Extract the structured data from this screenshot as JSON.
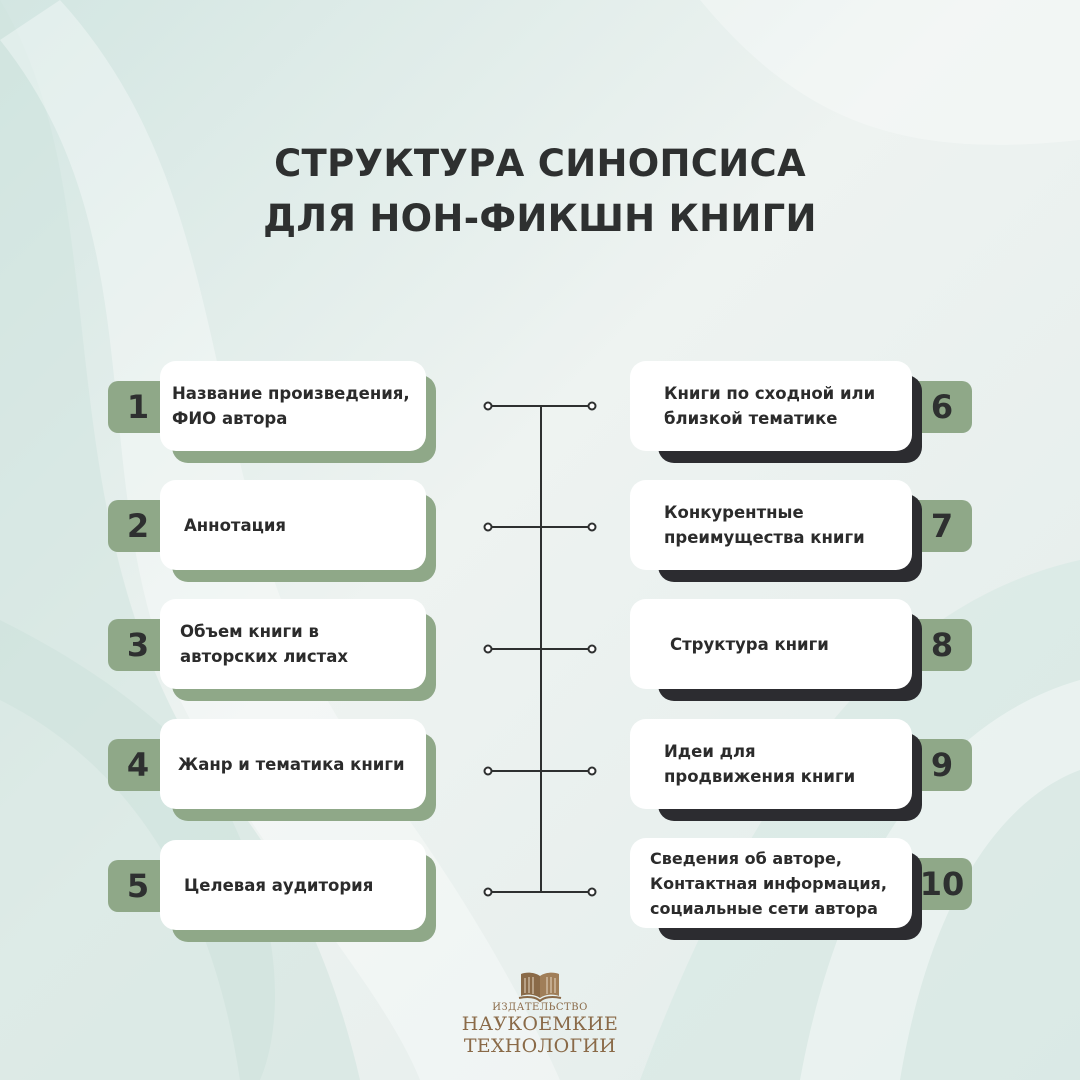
{
  "title": {
    "line1": "СТРУКТУРА СИНОПСИСА",
    "line2": "ДЛЯ НОН-ФИКШН КНИГИ"
  },
  "items": [
    {
      "number": "1",
      "text": "Название произведения,\n ФИО автора"
    },
    {
      "number": "2",
      "text": "Аннотация"
    },
    {
      "number": "3",
      "text": "Объем книги в\nавторских листах"
    },
    {
      "number": "4",
      "text": "Жанр и тематика книги"
    },
    {
      "number": "5",
      "text": "Целевая аудитория"
    },
    {
      "number": "6",
      "text": "Книги по сходной или\nблизкой тематике"
    },
    {
      "number": "7",
      "text": "Конкурентные\nпреимущества книги"
    },
    {
      "number": "8",
      "text": "Структура книги"
    },
    {
      "number": "9",
      "text": "Идеи для\nпродвижения книги"
    },
    {
      "number": "10",
      "text": "Сведения об авторе,\nКонтактная информация,\nсоциальные сети автора"
    }
  ],
  "logo": {
    "small": "ИЗДАТЕЛЬСТВО",
    "line1": "НАУКОЕМКИЕ",
    "line2": "ТЕХНОЛОГИИ"
  },
  "colors": {
    "accent_green": "#8fa888",
    "dark_shadow": "#2c2c30",
    "text_dark": "#2e3030",
    "logo_brown": "#8a6a48"
  }
}
